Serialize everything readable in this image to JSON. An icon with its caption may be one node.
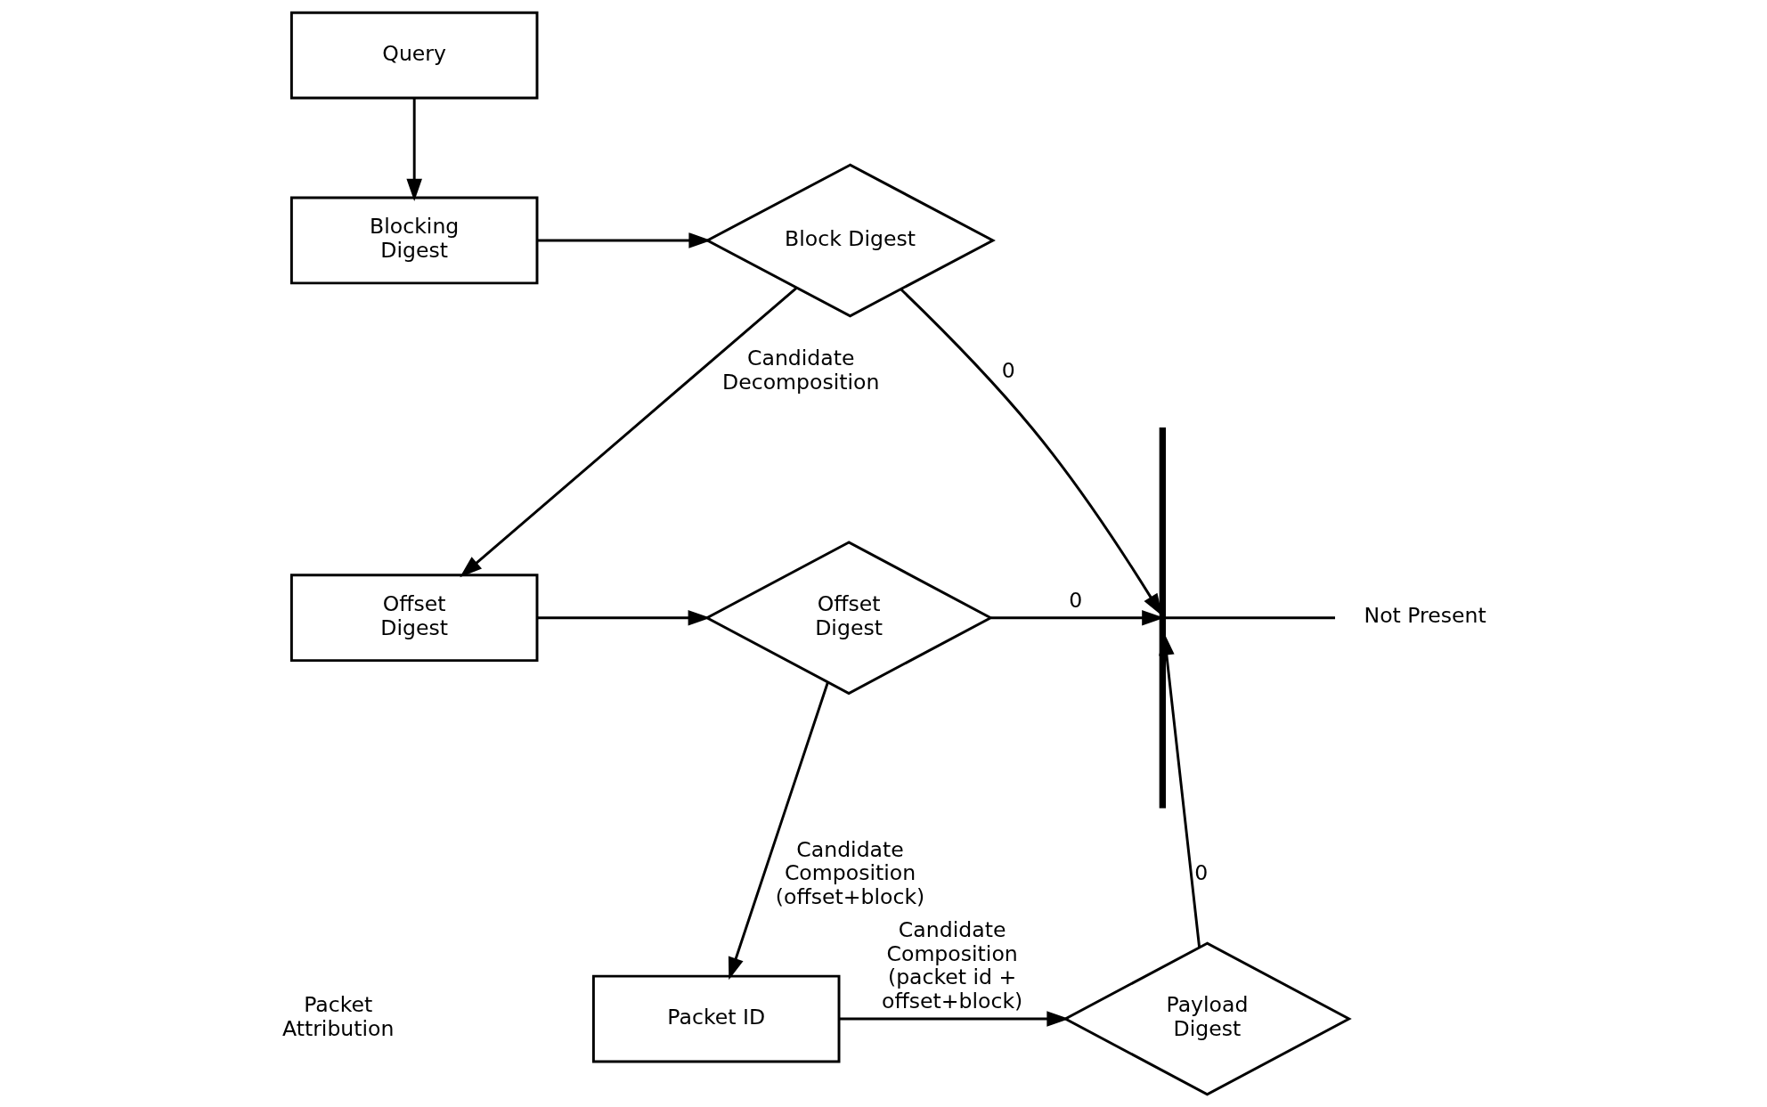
{
  "diagram": {
    "nodes": [
      {
        "text": [
          "Query"
        ]
      },
      {
        "text": [
          "Blocking Digest"
        ]
      },
      {
        "text": [
          "Block Digest"
        ]
      },
      {
        "text": [
          "Offset Digest"
        ]
      },
      {
        "text": [
          "Offset Digest"
        ]
      },
      {
        "text": [
          "Packet ID"
        ]
      },
      {
        "text": [
          "Payload Digest"
        ]
      },
      {
        "text": [],
        "shape": "bar"
      },
      {
        "text": [
          "Not Present"
        ]
      }
    ],
    "edges": [
      {
        "from": 0,
        "to": 1,
        "arrow": "to"
      },
      {
        "from": 1,
        "to": 2,
        "arrow": "to"
      },
      {
        "from": 2,
        "to": 7,
        "arrow": "to",
        "label": "0"
      },
      {
        "from": 2,
        "to": 3,
        "arrow": "to",
        "label": "Candidate Decomposition"
      },
      {
        "from": 3,
        "to": 4,
        "arrow": "to"
      },
      {
        "from": 4,
        "to": 7,
        "arrow": "to",
        "label": "0"
      },
      {
        "from": 4,
        "to": 5,
        "arrow": "to",
        "label": "Candidate Composition (offset+block)"
      },
      {
        "from": 5,
        "to": 6,
        "arrow": "to",
        "label": "Candidate Composition (packet id + offset+block)"
      },
      {
        "from": 6,
        "to": 7,
        "arrow": "to",
        "label": "0"
      },
      {
        "from": 7,
        "to": 8,
        "arrow": "none"
      }
    ],
    "labels": [
      "Packet Attribution"
    ]
  }
}
